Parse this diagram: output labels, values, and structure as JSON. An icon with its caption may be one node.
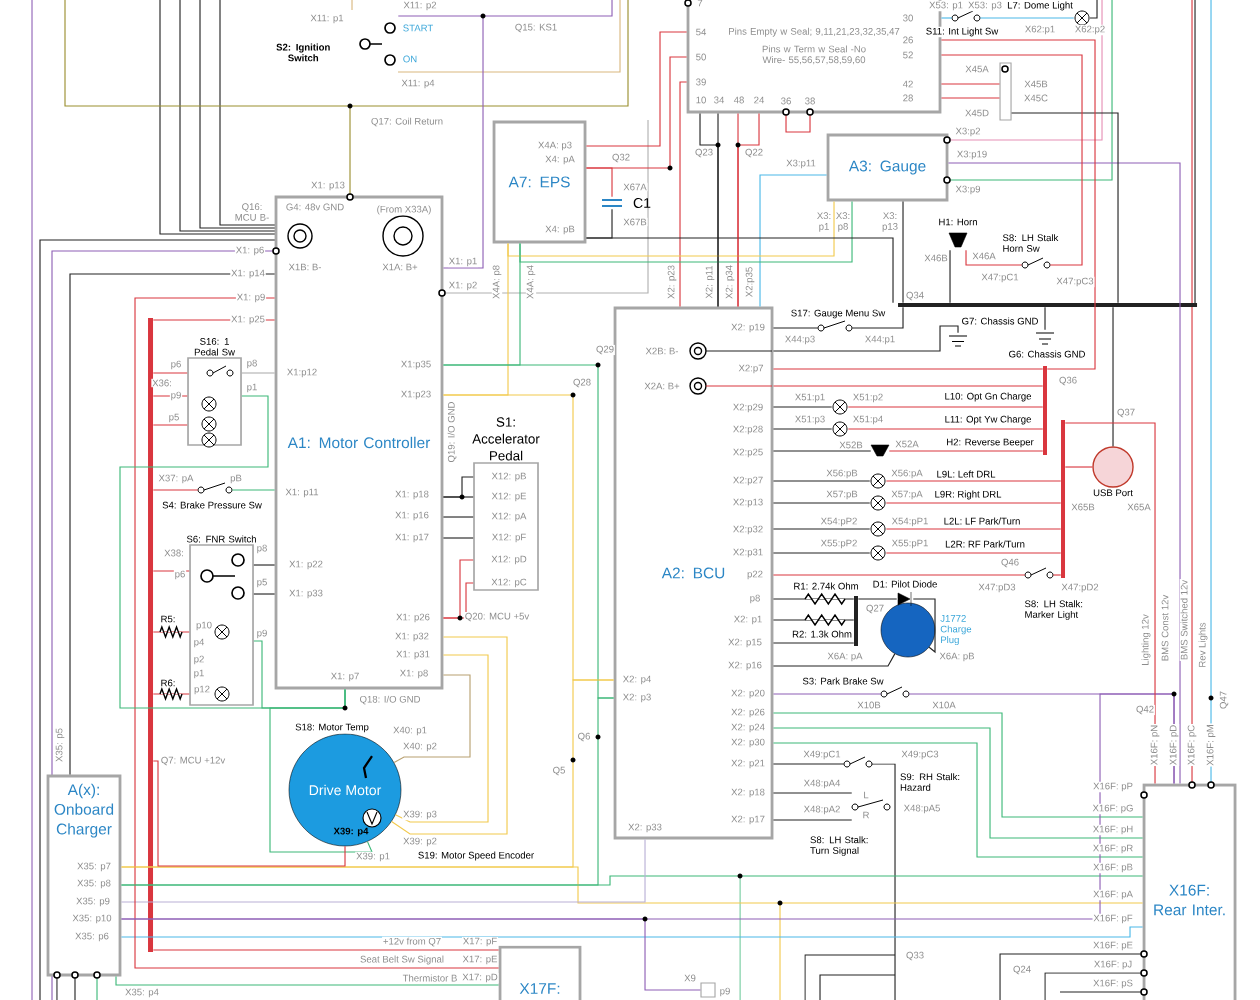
{
  "diagram": {
    "nodes": [
      {
        "text": [
          "Pins Empty w Seal; 9,11,21,23,32,35,47",
          "Pins w Term w Seal -No Wire- 55,56,57,58,59,60"
        ]
      },
      {
        "text": [
          "A7: EPS"
        ]
      },
      {
        "text": [
          "A3: Gauge"
        ]
      },
      {
        "text": [
          "A1: Motor Controller"
        ]
      },
      {
        "text": [
          "S1: Accelerator Pedal"
        ]
      },
      {
        "text": [
          "A2: BCU"
        ]
      },
      {
        "text": [
          "A(x): Onboard Charger"
        ]
      },
      {
        "text": [
          "X16F: Rear Inter."
        ]
      },
      {
        "text": [
          "X17F:"
        ]
      },
      {
        "text": [
          "Drive Motor"
        ]
      },
      {
        "text": [
          "USB Port"
        ]
      },
      {
        "text": [],
        "shape": "circle",
        "beside": [
          "J1772 Charge Plug"
        ]
      },
      {
        "text": [
          "S16: 1 Pedal Sw"
        ]
      },
      {
        "text": [
          "S6: FNR Switch"
        ]
      },
      {
        "text": [],
        "shape": "box"
      },
      {
        "text": [
          "S2: Ignition Switch"
        ]
      },
      {
        "text": [],
        "shape": "switch"
      },
      {
        "text": [],
        "shape": "horn"
      },
      {
        "text": [],
        "shape": "switch"
      },
      {
        "text": [],
        "shape": "switch"
      },
      {
        "text": [],
        "shape": "ground"
      },
      {
        "text": [],
        "shape": "ground"
      },
      {
        "text": [],
        "shape": "switch"
      },
      {
        "text": [],
        "shape": "lamp"
      },
      {
        "text": [],
        "shape": "lamp"
      },
      {
        "text": [],
        "shape": "lamp"
      },
      {
        "text": [],
        "shape": "horn"
      },
      {
        "text": [],
        "shape": "lamp"
      },
      {
        "text": [],
        "shape": "lamp"
      },
      {
        "text": [],
        "shape": "lamp"
      },
      {
        "text": [],
        "shape": "lamp"
      },
      {
        "text": [],
        "shape": "switch"
      },
      {
        "text": [],
        "shape": "capacitor"
      },
      {
        "text": [],
        "shape": "switch"
      },
      {
        "text": [],
        "shape": "switch"
      },
      {
        "text": [],
        "shape": "switch"
      },
      {
        "text": [],
        "shape": "box"
      },
      {
        "text": [],
        "shape": "bar"
      },
      {
        "text": [],
        "shape": "bar"
      },
      {
        "text": [],
        "shape": "bar"
      },
      {
        "text": [],
        "shape": "bar"
      },
      {
        "text": [],
        "shape": "bar"
      },
      {
        "text": [],
        "shape": "diode"
      }
    ],
    "edges": [
      {
        "from": 1,
        "to": 0,
        "arrow": "none"
      },
      {
        "from": 1,
        "to": 0,
        "arrow": "none"
      },
      {
        "from": 5,
        "to": 0,
        "arrow": "none"
      },
      {
        "from": 5,
        "to": 0,
        "arrow": "none",
        "color": "#222222"
      },
      {
        "from": 5,
        "to": 0,
        "arrow": "none"
      },
      {
        "from": 5,
        "to": 2,
        "arrow": "none",
        "color": "#4ab8e8"
      },
      {
        "from": 0,
        "to": 14,
        "arrow": "none"
      },
      {
        "from": 0,
        "to": 14,
        "arrow": "none"
      },
      {
        "from": 3,
        "to": 4,
        "arrow": "none",
        "color": "#222222"
      },
      {
        "from": 3,
        "to": 4,
        "arrow": "none",
        "color": "#222222"
      },
      {
        "from": 3,
        "to": 4,
        "arrow": "none",
        "color": "#222222"
      },
      {
        "from": 3,
        "to": 4,
        "arrow": "none"
      },
      {
        "from": 12,
        "to": 3,
        "arrow": "none",
        "color": "#a8a8a8"
      },
      {
        "from": 13,
        "to": 3,
        "arrow": "none",
        "color": "#222222"
      },
      {
        "from": 13,
        "to": 3,
        "arrow": "none",
        "color": "#222222"
      },
      {
        "from": 9,
        "to": 3,
        "arrow": "none",
        "color": "#b8a070"
      },
      {
        "from": 9,
        "to": 3,
        "arrow": "none",
        "color": "#f2c94c"
      },
      {
        "from": 9,
        "to": 3,
        "arrow": "none",
        "color": "#f2c94c"
      },
      {
        "from": 9,
        "to": 3,
        "arrow": "none",
        "color": "#3cb878"
      },
      {
        "from": 5,
        "to": 7,
        "arrow": "none",
        "color": "#3cb878"
      },
      {
        "from": 5,
        "to": 7,
        "arrow": "none",
        "color": "#3cb878"
      },
      {
        "from": 5,
        "to": 7,
        "arrow": "none",
        "color": "#3cb878"
      },
      {
        "from": 5,
        "to": 33,
        "arrow": "none",
        "color": "#8e5fb5"
      },
      {
        "from": 6,
        "to": 7,
        "arrow": "none",
        "color": "#4ab8e8"
      },
      {
        "from": 6,
        "to": 7,
        "arrow": "none",
        "color": "#3cb878"
      },
      {
        "from": 6,
        "to": 7,
        "arrow": "none",
        "color": "#f2c94c"
      },
      {
        "from": 6,
        "to": 5,
        "arrow": "none",
        "color": "#b9b0d6"
      },
      {
        "from": 6,
        "to": 8,
        "arrow": "none",
        "color": "#3cb878"
      },
      {
        "from": 5,
        "to": 11,
        "arrow": "none",
        "color": "#222222"
      },
      {
        "from": 3,
        "to": 8,
        "arrow": "none"
      },
      {
        "from": 39,
        "to": 8,
        "arrow": "none"
      },
      {
        "from": 2,
        "to": 7,
        "arrow": "none",
        "color": "#8e5fb5"
      },
      {
        "from": 3,
        "to": 6,
        "arrow": "none",
        "color": "#222222"
      },
      {
        "from": 5,
        "to": 38,
        "arrow": "none"
      },
      {
        "from": 5,
        "to": 38,
        "arrow": "none"
      },
      {
        "from": 1,
        "to": 3,
        "arrow": "none",
        "color": "#f2c94c"
      },
      {
        "from": 1,
        "to": 3,
        "arrow": "none",
        "color": "#3cb878"
      },
      {
        "from": 2,
        "to": 1,
        "arrow": "none",
        "color": "#f2c94c"
      },
      {
        "from": 2,
        "to": 1,
        "arrow": "none",
        "color": "#3cb878"
      },
      {
        "from": 3,
        "to": 5,
        "arrow": "none",
        "color": "#f2c94c"
      },
      {
        "from": 3,
        "to": 5,
        "arrow": "none",
        "color": "#3cb878"
      },
      {
        "from": 6,
        "to": 5,
        "arrow": "none",
        "color": "#f2c94c"
      },
      {
        "from": 6,
        "to": 5,
        "arrow": "none",
        "color": "#3cb878"
      },
      {
        "from": 1,
        "to": 40,
        "arrow": "none",
        "color": "#222222"
      },
      {
        "from": 40,
        "to": 14,
        "arrow": "none",
        "color": "#222222"
      },
      {
        "from": 17,
        "to": 40,
        "arrow": "none",
        "color": "#222222"
      },
      {
        "from": 17,
        "to": 18,
        "arrow": "none"
      },
      {
        "from": 18,
        "to": 0,
        "arrow": "none"
      },
      {
        "from": 5,
        "to": 19,
        "arrow": "none",
        "color": "#222222"
      },
      {
        "from": 19,
        "to": 40,
        "arrow": "none",
        "color": "#222222"
      },
      {
        "from": 40,
        "to": 21,
        "arrow": "none",
        "color": "#222222"
      },
      {
        "from": 5,
        "to": 20,
        "arrow": "none",
        "color": "#222222"
      },
      {
        "from": 0,
        "to": 22,
        "arrow": "none",
        "color": "#4ab8e8"
      },
      {
        "from": 22,
        "to": 23,
        "arrow": "none",
        "color": "#4ab8e8"
      },
      {
        "from": 10,
        "to": 40,
        "arrow": "none",
        "color": "#222222"
      },
      {
        "from": 10,
        "to": 37,
        "arrow": "none"
      },
      {
        "from": 5,
        "to": 24,
        "arrow": "none",
        "color": "#222222"
      },
      {
        "from": 5,
        "to": 25,
        "arrow": "none",
        "color": "#222222"
      },
      {
        "from": 5,
        "to": 26,
        "arrow": "none",
        "color": "#222222"
      },
      {
        "from": 5,
        "to": 27,
        "arrow": "none",
        "color": "#222222"
      },
      {
        "from": 5,
        "to": 28,
        "arrow": "none",
        "color": "#222222"
      },
      {
        "from": 5,
        "to": 29,
        "arrow": "none",
        "color": "#222222"
      },
      {
        "from": 5,
        "to": 30,
        "arrow": "none",
        "color": "#222222"
      },
      {
        "from": 24,
        "to": 38,
        "arrow": "none"
      },
      {
        "from": 25,
        "to": 38,
        "arrow": "none"
      },
      {
        "from": 26,
        "to": 38,
        "arrow": "none"
      },
      {
        "from": 27,
        "to": 37,
        "arrow": "none"
      },
      {
        "from": 28,
        "to": 37,
        "arrow": "none"
      },
      {
        "from": 29,
        "to": 37,
        "arrow": "none"
      },
      {
        "from": 30,
        "to": 37,
        "arrow": "none"
      },
      {
        "from": 5,
        "to": 31,
        "arrow": "none"
      },
      {
        "from": 31,
        "to": 37,
        "arrow": "none"
      },
      {
        "from": 5,
        "to": 41,
        "arrow": "none",
        "color": "#222222"
      },
      {
        "from": 5,
        "to": 41,
        "arrow": "none",
        "color": "#222222"
      },
      {
        "from": 5,
        "to": 41,
        "arrow": "none",
        "color": "#222222"
      },
      {
        "from": 5,
        "to": 34,
        "arrow": "none",
        "color": "#222222"
      },
      {
        "from": 5,
        "to": 35,
        "arrow": "none",
        "color": "#222222"
      },
      {
        "from": 5,
        "to": 35,
        "arrow": "none",
        "color": "#222222"
      },
      {
        "from": 33,
        "to": 7,
        "arrow": "none",
        "color": "#8e5fb5"
      },
      {
        "from": 6,
        "to": 7,
        "arrow": "none",
        "color": "#8e5fb5"
      },
      {
        "from": 6,
        "to": 36,
        "arrow": "none",
        "color": "#8e5fb5"
      },
      {
        "from": 15,
        "to": 3,
        "arrow": "none",
        "color": "#8e5fb5"
      },
      {
        "from": 39,
        "to": 12,
        "arrow": "none"
      },
      {
        "from": 39,
        "to": 12,
        "arrow": "none"
      },
      {
        "from": 39,
        "to": 12,
        "arrow": "none"
      },
      {
        "from": 39,
        "to": 16,
        "arrow": "none"
      },
      {
        "from": 16,
        "to": 3,
        "arrow": "none",
        "color": "#3cb878"
      },
      {
        "from": 39,
        "to": 13,
        "arrow": "none"
      },
      {
        "from": 39,
        "to": 13,
        "arrow": "none"
      },
      {
        "from": 39,
        "to": 13,
        "arrow": "none"
      },
      {
        "from": 39,
        "to": 9,
        "arrow": "none"
      },
      {
        "from": 12,
        "to": 3,
        "arrow": "none",
        "color": "#3cb878"
      },
      {
        "from": 13,
        "to": 3,
        "arrow": "none",
        "color": "#3cb878"
      },
      {
        "from": 3,
        "to": 4,
        "arrow": "none",
        "color": "#222222"
      },
      {
        "from": 3,
        "to": 4,
        "arrow": "none"
      },
      {
        "from": 1,
        "to": 32,
        "arrow": "none"
      },
      {
        "from": 32,
        "to": 1,
        "arrow": "none",
        "color": "#222222"
      },
      {
        "from": 5,
        "to": 0,
        "arrow": "none",
        "color": "#222222"
      },
      {
        "from": 5,
        "to": 0,
        "arrow": "none"
      },
      {
        "from": 37,
        "to": 7,
        "arrow": "none"
      },
      {
        "from": 38,
        "to": 0,
        "arrow": "none"
      },
      {
        "from": 3,
        "to": 39,
        "arrow": "none"
      },
      {
        "from": 2,
        "to": 40,
        "arrow": "none",
        "color": "#222222"
      },
      {
        "from": 41,
        "to": 42,
        "arrow": "none",
        "color": "#222222"
      },
      {
        "from": 42,
        "to": 11,
        "arrow": "none",
        "color": "#222222"
      }
    ],
    "labels": [
      "X11: p2",
      "X11: p1",
      "START",
      "ON",
      "X11: p4",
      "Q15: KS1",
      "Q17: Coil Return",
      "X1: p13",
      "Q16: MCU B-",
      "G4: 48v GND",
      "(From X33A)",
      "X1B: B-",
      "X1A: B+",
      "X1: p6",
      "X1: p14",
      "X1: p9",
      "X1: p25",
      "X1: p1",
      "X1: p2",
      "X4A: p3",
      "X4: pA",
      "Q32",
      "X67A",
      "C1",
      "X67B",
      "X4: pB",
      "X4A: p8",
      "X4A: p4",
      "7",
      "54",
      "50",
      "39",
      "10",
      "34",
      "48",
      "24",
      "36",
      "38",
      "30",
      "26",
      "52",
      "42",
      "28",
      "X53: p1",
      "X53: p3",
      "L7: Dome Light",
      "S11: Int Light Sw",
      "X62:p1",
      "X62:p2",
      "X45A",
      "X45B",
      "X45C",
      "X45D",
      "Q23",
      "Q22",
      "X3:p11",
      "X3:p2",
      "X3:p19",
      "X3:p9",
      "X3: p1",
      "X3: p8",
      "X3: p13",
      "H1: Horn",
      "S8: LH Stalk Horn Sw",
      "X46B",
      "X46A",
      "X47:pC1",
      "X47:pC3",
      "X2: p23",
      "X2: p11",
      "X2: p34",
      "X2:p35",
      "Q34",
      "S17: Gauge Menu Sw",
      "G7: Chassis GND",
      "G6: Chassis GND",
      "X2: p19",
      "X44:p3",
      "X44:p1",
      "X2B: B-",
      "X2:p7",
      "X2A: B+",
      "Q36",
      "X2:p29",
      "X51:p1",
      "X51:p2",
      "L10: Opt Gn Charge",
      "X2:p28",
      "X51:p3",
      "X51:p4",
      "L11: Opt Yw Charge",
      "X2:p25",
      "X52B",
      "X52A",
      "H2: Reverse Beeper",
      "Q37",
      "X2:p27",
      "X56:pB",
      "X56:pA",
      "L9L: Left DRL",
      "X2:p13",
      "X57:pB",
      "X57:pA",
      "L9R: Right DRL",
      "X65B",
      "X65A",
      "X2:p32",
      "X54:pP2",
      "X54:pP1",
      "L2L: LF Park/Turn",
      "X2:p31",
      "X55:pP2",
      "X55:pP1",
      "L2R: RF Park/Turn",
      "Q46",
      "p22",
      "R1: 2.74k Ohm",
      "D1: Pilot Diode",
      "X47:pD3",
      "X47:pD2",
      "S8: LH Stalk: Marker Light",
      "p8",
      "Q27",
      "X2: p1",
      "R2: 1.3k Ohm",
      "X2: p15",
      "X6A: pA",
      "X6A: pB",
      "X2: p16",
      "Lighting 12v",
      "BMS Const 12v",
      "BMS Switched 12v",
      "Rev Lights",
      "S3: Park Brake Sw",
      "X2: p20",
      "X10B",
      "X10A",
      "Q42",
      "Q47",
      "X2: p4",
      "X2: p3",
      "X2: p26",
      "X2: p24",
      "X2: p30",
      "X49:pC1",
      "X49:pC3",
      "X2: p21",
      "S9: RH Stalk: Hazard",
      "X48:pA4",
      "L",
      "R",
      "X48:pA5",
      "X2: p18",
      "X48:pA2",
      "X2: p17",
      "X2: p33",
      "S8: LH Stalk: Turn Signal",
      "X16F: pN",
      "X16F: pD",
      "X16F: pC",
      "X16F: pM",
      "X16F: pP",
      "X16F: pG",
      "X16F: pH",
      "X16F: pR",
      "X16F: pB",
      "X16F: pA",
      "X16F: pF",
      "X16F: pE",
      "X16F: pJ",
      "X16F: pS",
      "Q33",
      "Q24",
      "X9",
      "p9",
      "p6",
      "p8",
      "X1:p12",
      "X36:",
      "p9",
      "p1",
      "p5",
      "X1:p35",
      "X1:p23",
      "Q29",
      "Q28",
      "Q19: I/O GND",
      "X37: pA",
      "pB",
      "X1: p11",
      "S4: Brake Pressure Sw",
      "X1: p18",
      "X1: p16",
      "X1: p17",
      "X12: pB",
      "X12: pE",
      "X12: pA",
      "X12: pF",
      "X12: pD",
      "X12: pC",
      "X38:",
      "p8",
      "X1: p22",
      "p6",
      "p5",
      "X1: p33",
      "X1: p26",
      "Q20: MCU +5v",
      "X1: p32",
      "X1: p31",
      "X1: p8",
      "R5:",
      "p10",
      "p4",
      "p9",
      "p2",
      "p1",
      "R6:",
      "p12",
      "X1: p7",
      "Q18: I/O GND",
      "S18: Motor Temp",
      "X40: p1",
      "X40: p2",
      "Q7: MCU +12v",
      "X35: p5",
      "Q6",
      "Q5",
      "X39: p3",
      "X39: p4",
      "X39: p2",
      "X39: p1",
      "S19: Motor Speed Encoder",
      "X35: p7",
      "X35: p8",
      "X35: p9",
      "X35: p10",
      "X35: p6",
      "+12v from Q7",
      "X17: pF",
      "Seat Belt Sw Signal",
      "X17: pE",
      "X35: p4",
      "Thermistor B",
      "X17: pD"
    ]
  }
}
